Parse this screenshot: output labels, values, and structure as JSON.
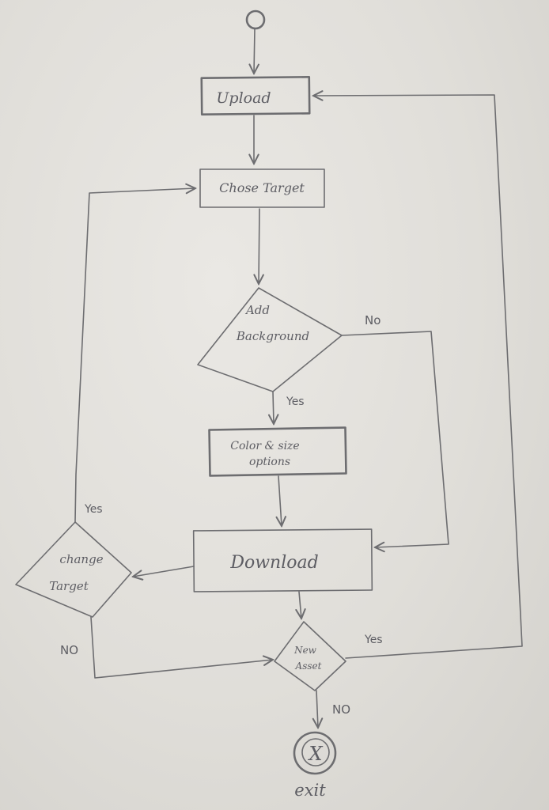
{
  "nodes": {
    "upload": "Upload",
    "choose_target": "Chose Target",
    "add_background_line1": "Add",
    "add_background_line2": "Background",
    "color_size_line1": "Color & size",
    "color_size_line2": "options",
    "download": "Download",
    "change_target_line1": "change",
    "change_target_line2": "Target",
    "new_asset_line1": "New",
    "new_asset_line2": "Asset",
    "exit_symbol": "X",
    "exit_label": "exit"
  },
  "edges": {
    "add_bg_no": "No",
    "add_bg_yes": "Yes",
    "change_target_yes": "Yes",
    "change_target_no": "NO",
    "new_asset_yes": "Yes",
    "new_asset_no": "NO"
  },
  "colors": {
    "paper": "#e6e4e0",
    "pencil": "#6d6d70"
  }
}
